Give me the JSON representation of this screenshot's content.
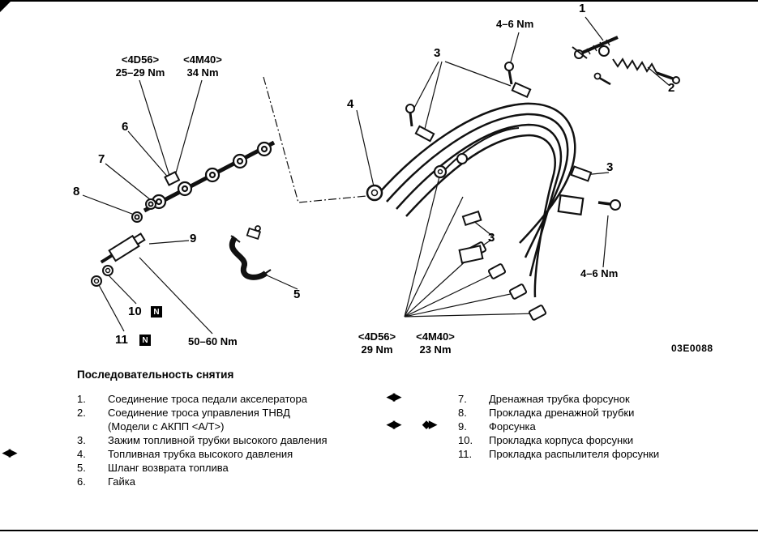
{
  "figure": {
    "code": "03E0088",
    "callouts": {
      "c1": "1",
      "c2": "2",
      "c3": "3",
      "c4": "4",
      "c5": "5",
      "c6": "6",
      "c7": "7",
      "c8": "8",
      "c9": "9",
      "c10": "10",
      "c11": "11"
    },
    "badges": {
      "non_reusable": "N"
    },
    "torques": {
      "cable_top": "4–6 Nm",
      "clamp_right": "4–6 Nm",
      "nut_4d56_model": "<4D56>",
      "nut_4d56_value": "25–29 Nm",
      "nut_4m40_model": "<4M40>",
      "nut_4m40_value": "34 Nm",
      "injector": "50–60 Nm",
      "pipe_4d56_model": "<4D56>",
      "pipe_4d56_value": "29 Nm",
      "pipe_4m40_model": "<4M40>",
      "pipe_4m40_value": "23 Nm"
    }
  },
  "markers": {
    "pair": "◀▶",
    "pair2": "◆▶"
  },
  "legend": {
    "heading": "Последовательность снятия",
    "left": [
      {
        "num": "1.",
        "text": "Соединение троса педали акселератора"
      },
      {
        "num": "2.",
        "text": "Соединение троса управления ТНВД"
      },
      {
        "num": "",
        "text": "(Модели с АКПП <А/Т>)"
      },
      {
        "num": "3.",
        "text": "Зажим топливной трубки высокого давления"
      },
      {
        "num": "4.",
        "text": "Топливная трубка высокого давления"
      },
      {
        "num": "5.",
        "text": "Шланг возврата топлива"
      },
      {
        "num": "6.",
        "text": "Гайка"
      }
    ],
    "right": [
      {
        "num": "7.",
        "text": "Дренажная трубка форсунок"
      },
      {
        "num": "8.",
        "text": "Прокладка дренажной трубки"
      },
      {
        "num": "9.",
        "text": "Форсунка"
      },
      {
        "num": "10.",
        "text": "Прокладка корпуса форсунки"
      },
      {
        "num": "11.",
        "text": "Прокладка распылителя форсунки"
      }
    ]
  }
}
